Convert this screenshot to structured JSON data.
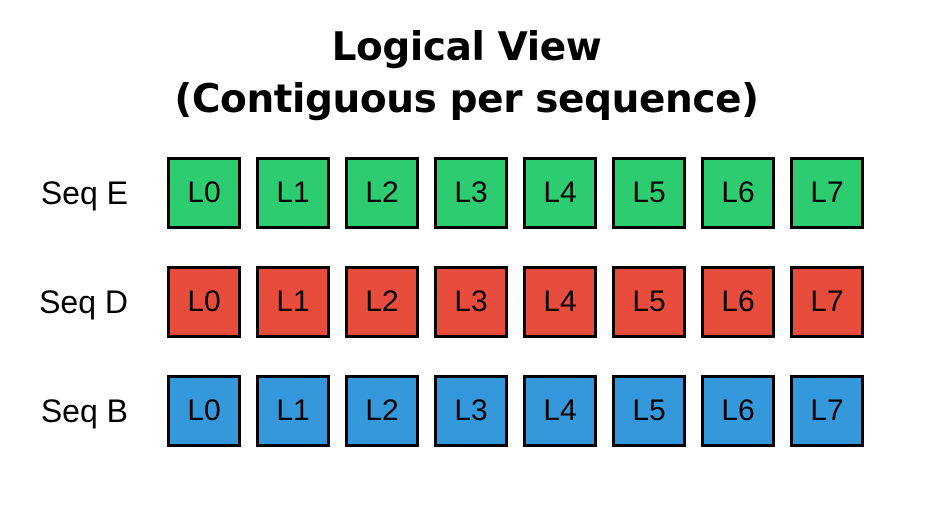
{
  "title": {
    "line1": "Logical View",
    "line2": "(Contiguous per sequence)"
  },
  "colors": {
    "green": "#2ecc71",
    "red": "#e74c3c",
    "blue": "#3498db",
    "border": "#000000",
    "background": "#ffffff",
    "text": "#000000"
  },
  "rows": [
    {
      "label": "Seq E",
      "color": "#2ecc71",
      "cells": [
        "L0",
        "L1",
        "L2",
        "L3",
        "L4",
        "L5",
        "L6",
        "L7"
      ]
    },
    {
      "label": "Seq D",
      "color": "#e74c3c",
      "cells": [
        "L0",
        "L1",
        "L2",
        "L3",
        "L4",
        "L5",
        "L6",
        "L7"
      ]
    },
    {
      "label": "Seq B",
      "color": "#3498db",
      "cells": [
        "L0",
        "L1",
        "L2",
        "L3",
        "L4",
        "L5",
        "L6",
        "L7"
      ]
    }
  ]
}
